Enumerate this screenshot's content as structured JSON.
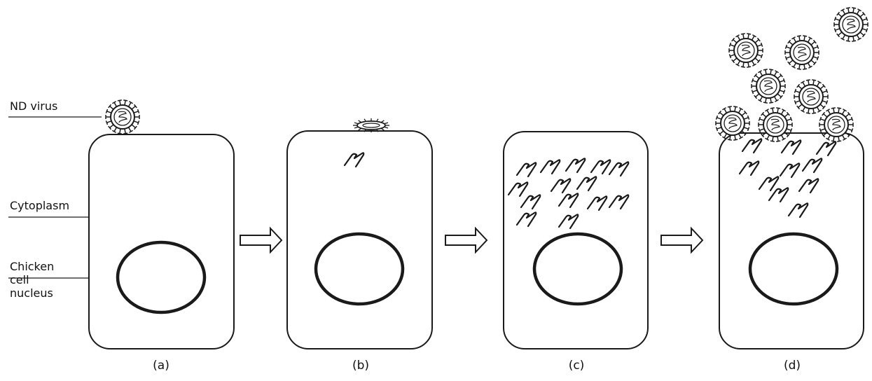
{
  "labels": {
    "virus": "ND virus",
    "cytoplasm": "Cytoplasm",
    "nucleus_line1": "Chicken",
    "nucleus_line2": "cell",
    "nucleus_line3": "nucleus"
  },
  "stages": [
    {
      "caption": "(a)"
    },
    {
      "caption": "(b)"
    },
    {
      "caption": "(c)"
    },
    {
      "caption": "(d)"
    }
  ],
  "colors": {
    "stroke": "#1a1a1a",
    "background": "#ffffff"
  },
  "icons": {
    "virus": "virus-particle-icon",
    "rna": "viral-rna-squiggle-icon",
    "arrow": "hollow-right-arrow-icon"
  }
}
